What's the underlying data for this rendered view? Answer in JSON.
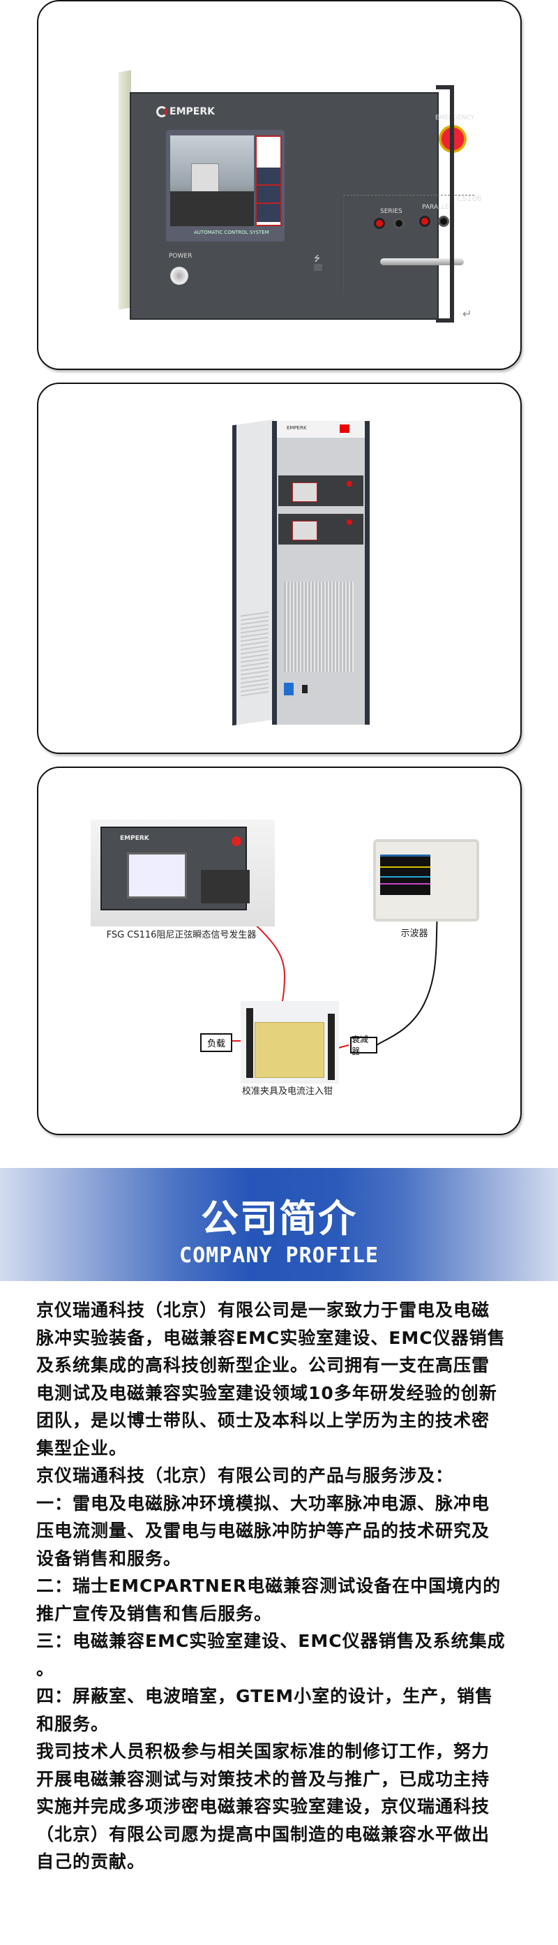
{
  "card1": {
    "brand": "EMPERK",
    "emergency_label": "EMERGENCY",
    "model": "CS106",
    "series_label": "SERIES",
    "parallel_label": "PARALLEL",
    "power_label": "POWER",
    "screen_footer": "AUTOMATIC CONTROL SYSTEM",
    "return_mark": "↵"
  },
  "card2": {
    "brand": "EMPERK"
  },
  "card3": {
    "generator_label": "FSG CS116阻尼正弦瞬态信号发生器",
    "oscilloscope_label": "示波器",
    "fixture_label": "校准夹具及电流注入钳",
    "load_label": "负载",
    "attenuator_label": "衰减器",
    "brand": "EMPERK",
    "cable_colors": {
      "signal": "#e0191e",
      "measure": "#111111"
    }
  },
  "banner": {
    "title": "公司简介",
    "subtitle": "COMPANY PROFILE",
    "accent": "#2555b8"
  },
  "profile": {
    "lines": [
      "京仪瑞通科技（北京）有限公司是一家致力于雷电及电磁",
      "脉冲实验装备，电磁兼容EMC实验室建设、EMC仪器销售",
      "及系统集成的高科技创新型企业。公司拥有一支在高压雷",
      "电测试及电磁兼容实验室建设领域10多年研发经验的创新",
      "团队，是以博士带队、硕士及本科以上学历为主的技术密",
      "集型企业。",
      "京仪瑞通科技（北京）有限公司的产品与服务涉及：",
      "一：雷电及电磁脉冲环境模拟、大功率脉冲电源、脉冲电",
      "压电流测量、及雷电与电磁脉冲防护等产品的技术研究及",
      "设备销售和服务。",
      "二：瑞士EMCPARTNER电磁兼容测试设备在中国境内的",
      "推广宣传及销售和售后服务。",
      "三：电磁兼容EMC实验室建设、EMC仪器销售及系统集成",
      "。",
      "四：屏蔽室、电波暗室，GTEM小室的设计，生产，销售",
      "和服务。",
      "我司技术人员积极参与相关国家标准的制修订工作，努力",
      "开展电磁兼容测试与对策技术的普及与推广，已成功主持",
      "实施并完成多项涉密电磁兼容实验室建设，京仪瑞通科技",
      "（北京）有限公司愿为提高中国制造的电磁兼容水平做出",
      "自己的贡献。"
    ]
  }
}
